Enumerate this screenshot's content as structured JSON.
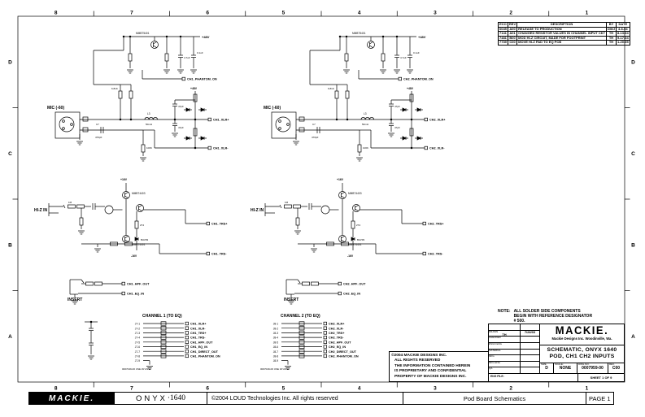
{
  "zones": {
    "top": [
      "8",
      "7",
      "6",
      "5",
      "4",
      "3",
      "2",
      "1"
    ],
    "bottom": [
      "8",
      "7",
      "6",
      "5",
      "4",
      "3",
      "2",
      "1"
    ],
    "left": [
      "D",
      "C",
      "B",
      "A"
    ],
    "right": [
      "D",
      "C",
      "B",
      "A"
    ]
  },
  "rev_table": {
    "headers": [
      "ECO",
      "REV",
      "DESCRIPTION",
      "BY",
      "DATE"
    ],
    "rows": [
      [
        "6045",
        "A00",
        "RELEASE TO PRODUCTION",
        "DWJ",
        "4-6-04"
      ],
      [
        "7141",
        "A01",
        "CHANGED RESISTOR VALUES IN CHANNEL INPUT CKT",
        "TH",
        "8-13-04"
      ],
      [
        "7481",
        "B00",
        "MOD HI-Z CIRCUIT, MADE FOR FOOTPRINT",
        "TH",
        "9-17-04"
      ],
      [
        "7739",
        "C00",
        "MOVE HI-Z PAD TO EQ PCB",
        "TH",
        "1-20-05"
      ]
    ]
  },
  "note": {
    "label": "NOTE:",
    "lines": [
      "ALL SOLDER SIDE COMPONENTS",
      "BEGIN WITH REFERENCE DESIGNATOR",
      "# 500."
    ]
  },
  "copyright_block": {
    "lines": [
      "©2004 MACKIE DESIGNS INC.",
      "ALL RIGHTS RESERVED",
      "THE INFORMATION CONTAINED HEREIN",
      "IS PROPRIETARY AND CONFIDENTIAL",
      "PROPERTY OF MACKIE DESIGNS INC."
    ]
  },
  "title_block": {
    "approvals_header": [
      "APPROVALS",
      "DATE"
    ],
    "approvals_rows": [
      {
        "label": "DRAWN",
        "val": "TH",
        "date": "7/28/03"
      },
      {
        "label": "CHECKED",
        "val": "",
        "date": ""
      },
      {
        "label": "DSGN ENG",
        "val": "",
        "date": ""
      },
      {
        "label": "MATERIAL",
        "val": "",
        "date": ""
      },
      {
        "label": "MFG",
        "val": "",
        "date": ""
      },
      {
        "label": "MFG ENG",
        "val": "",
        "date": ""
      },
      {
        "label": "QA",
        "val": "",
        "date": ""
      }
    ],
    "logo": "MACKIE.",
    "company_line": "Mackie Designs Inc.  Woodinville, Wa.",
    "title_line1": "SCHEMATIC, ONYX 1640",
    "title_line2": "POD, CH1 CH2 INPUTS",
    "size_label": "SIZE",
    "size": "D",
    "scale_label": "SCALE:",
    "scale": "NONE",
    "dwg_label": "DWG NO.",
    "dwg_no": "0007959-00",
    "rev_label": "REV.",
    "rev": "C00",
    "eng_file_label": "ENG FILE:",
    "sheet": "SHEET 1 OF 9"
  },
  "footer": {
    "logo": "MACKIE.",
    "product_name": "ONYX",
    "product_model": "·1640",
    "copyright": "©2004 LOUD Technologies Inc. All rights reserved",
    "doc_title": "Pod Board Schematics",
    "page": "PAGE 1"
  },
  "schematic": {
    "supply_labels": {
      "p48": "+48V",
      "p16": "+16V",
      "n16": "-16V"
    },
    "parts": {
      "q_phantom": "MMBT5401",
      "q_top": "MMBT4403",
      "q_bot": "MMBT4401",
      "d_clamp": "BAV99",
      "r_feed": "6.81K",
      "c_phantom1": "4.7uF",
      "c_phantom2": "0.1uF",
      "c_in": "C7",
      "c_in_val": "470pF",
      "l_in": "L3",
      "l_in_val": "50mH",
      "c_filt": "47pF",
      "r_gnd": "100K",
      "r_deg": "274",
      "r_pad": "1M"
    },
    "channels": [
      {
        "name": "CH1",
        "mic_label": "MIC (-60)",
        "hiz_label": "HI-Z IN",
        "insert_label": "INSERT",
        "header": "CHANNEL 1 (TO EQ)",
        "connector": "J7",
        "nets": {
          "phantom": "CH1_PHANTOM_ON",
          "xlr_p": "CH1_XLR+",
          "xlr_m": "CH1_XLR-",
          "trs_p": "CH1_TRS+",
          "trs_m": "CH1_TRS-",
          "hpf": "CH1_HPF_OUT",
          "eq": "CH1_EQ_IN"
        },
        "pins": [
          "CH1_XLR+",
          "CH1_XLR-",
          "CH1_TRS+",
          "CH1_TRS-",
          "CH1_HPF_OUT",
          "CH1_EQ_IN",
          "CH1_DIRECT_OUT",
          "CH1_PHANTOM_ON",
          ""
        ],
        "part_note": "0007049-00  USE W/ ASSY"
      },
      {
        "name": "CH2",
        "mic_label": "MIC (-60)",
        "hiz_label": "HI-Z IN",
        "insert_label": "INSERT",
        "header": "CHANNEL 2 (TO EQ)",
        "connector": "J8",
        "nets": {
          "phantom": "CH2_PHANTOM_ON",
          "xlr_p": "CH2_XLR+",
          "xlr_m": "CH2_XLR-",
          "trs_p": "CH2_TRS+",
          "trs_m": "CH2_TRS-",
          "hpf": "CH2_HPF_OUT",
          "eq": "CH2_EQ_IN"
        },
        "pins": [
          "CH2_XLR+",
          "CH2_XLR-",
          "CH2_TRS+",
          "CH2_TRS-",
          "CH2_HPF_OUT",
          "CH2_EQ_IN",
          "CH2_DIRECT_OUT",
          "CH2_PHANTOM_ON",
          ""
        ],
        "part_note": "0007049-00  USE W/ ASSY"
      }
    ]
  }
}
